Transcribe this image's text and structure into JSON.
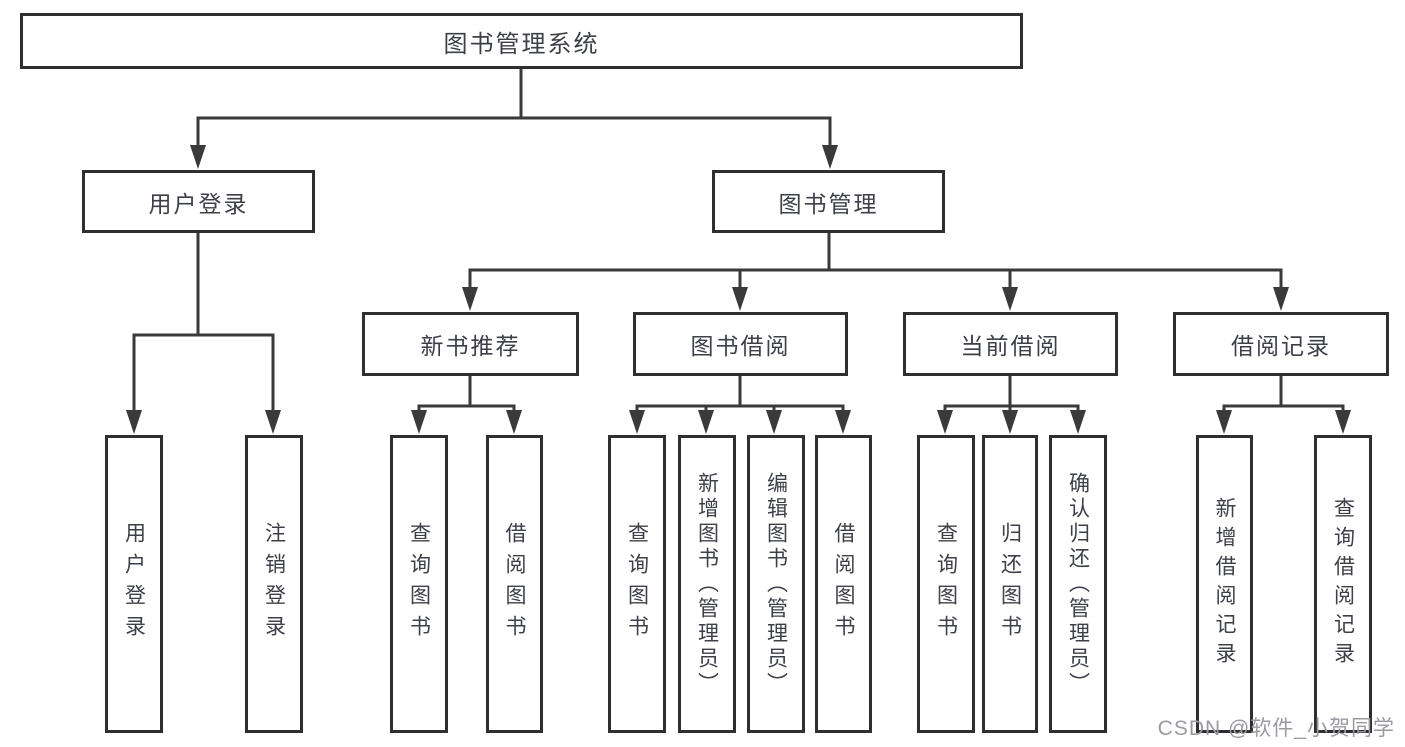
{
  "nodes": {
    "root": {
      "label": "图书管理系统"
    },
    "userLogin": {
      "label": "用户登录"
    },
    "bookMgmt": {
      "label": "图书管理"
    },
    "login": {
      "label": "用户登录"
    },
    "logout": {
      "label": "注销登录"
    },
    "newBooks": {
      "label": "新书推荐"
    },
    "borrowing": {
      "label": "图书借阅"
    },
    "currentBorrow": {
      "label": "当前借阅"
    },
    "records": {
      "label": "借阅记录"
    },
    "nbQuery": {
      "label": "查询图书"
    },
    "nbBorrow": {
      "label": "借阅图书"
    },
    "bwQuery": {
      "label": "查询图书"
    },
    "bwAdd": {
      "label": "新增图书（管理员）"
    },
    "bwEdit": {
      "label": "编辑图书（管理员）"
    },
    "bwBorrow": {
      "label": "借阅图书"
    },
    "cbQuery": {
      "label": "查询图书"
    },
    "cbReturn": {
      "label": "归还图书"
    },
    "cbConfirm": {
      "label": "确认归还（管理员）"
    },
    "recAdd": {
      "label": "新增借阅记录"
    },
    "recQuery": {
      "label": "查询借阅记录"
    }
  },
  "watermark": "CSDN @软件_小贺同学",
  "colors": {
    "line": "#3a3a3a",
    "border": "#2f2f2f",
    "text": "#3e4049",
    "watermark": "#9a9aa2",
    "background": "#ffffff"
  }
}
